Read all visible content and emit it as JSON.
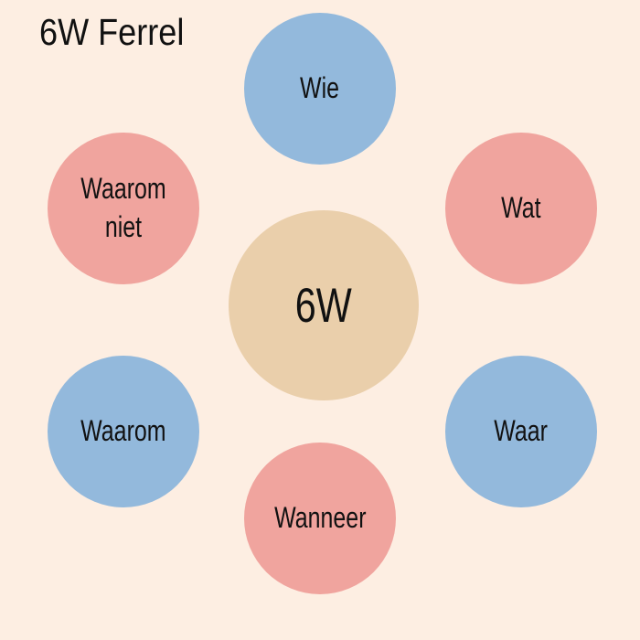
{
  "title": "6W Ferrel",
  "center_circle": {
    "label": "6W",
    "color": "#eacfab"
  },
  "circles": [
    {
      "label": "Wie",
      "color": "#93b9dc",
      "position": "top"
    },
    {
      "label": "Wat",
      "color": "#f0a49e",
      "position": "top-right"
    },
    {
      "label": "Waar",
      "color": "#93b9dc",
      "position": "bottom-right"
    },
    {
      "label": "Wanneer",
      "color": "#f0a49e",
      "position": "bottom"
    },
    {
      "label": "Waarom",
      "color": "#93b9dc",
      "position": "bottom-left"
    },
    {
      "label": "Waarom niet",
      "color": "#f0a49e",
      "position": "top-left"
    }
  ],
  "colors": {
    "background": "#fdeee2",
    "blue": "#93b9dc",
    "pink": "#f0a49e",
    "tan": "#eacfab",
    "text": "#111111"
  }
}
